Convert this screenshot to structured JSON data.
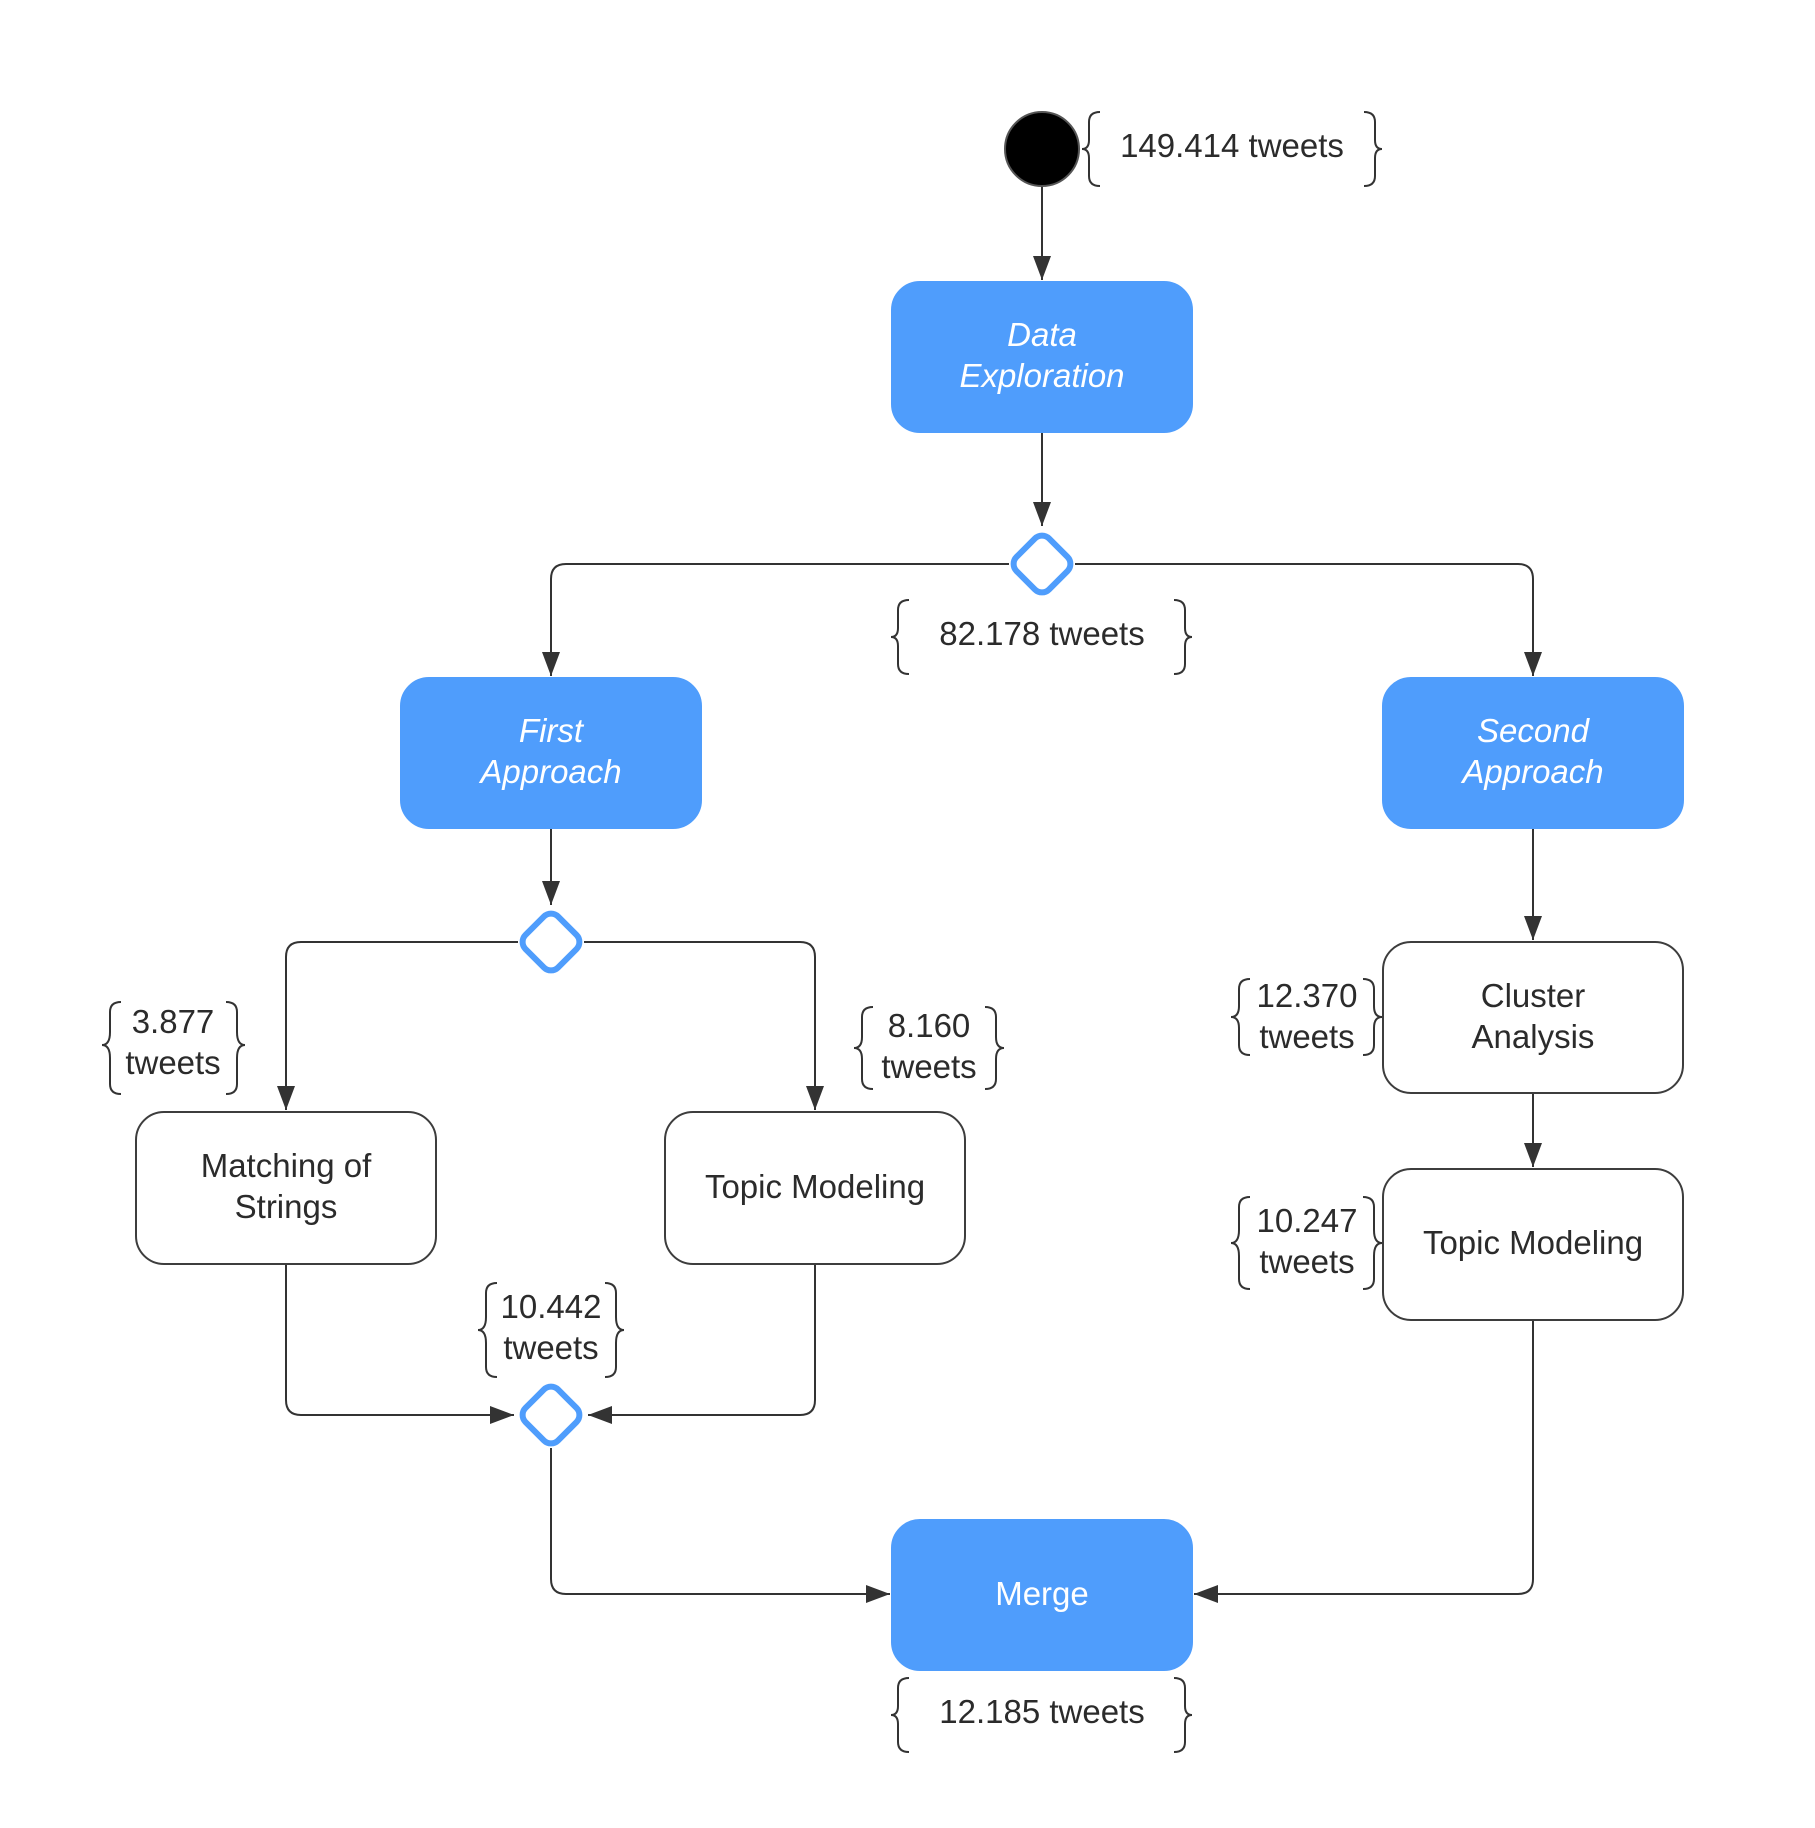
{
  "nodes": {
    "data_exploration": {
      "lines": [
        "Data",
        "Exploration"
      ]
    },
    "first_approach": {
      "lines": [
        "First",
        "Approach"
      ]
    },
    "second_approach": {
      "lines": [
        "Second",
        "Approach"
      ]
    },
    "matching_strings": {
      "lines": [
        "Matching of",
        "Strings"
      ]
    },
    "topic_modeling_left": {
      "lines": [
        "Topic Modeling"
      ]
    },
    "cluster_analysis": {
      "lines": [
        "Cluster",
        "Analysis"
      ]
    },
    "topic_modeling_right": {
      "lines": [
        "Topic Modeling"
      ]
    },
    "merge": {
      "lines": [
        "Merge"
      ]
    }
  },
  "counts": {
    "start": {
      "lines": [
        "149.414 tweets"
      ]
    },
    "after_exploration": {
      "lines": [
        "82.178 tweets"
      ]
    },
    "matching": {
      "lines": [
        "3.877",
        "tweets"
      ]
    },
    "topic_left": {
      "lines": [
        "8.160",
        "tweets"
      ]
    },
    "first_merge": {
      "lines": [
        "10.442",
        "tweets"
      ]
    },
    "cluster": {
      "lines": [
        "12.370",
        "tweets"
      ]
    },
    "topic_right": {
      "lines": [
        "10.247",
        "tweets"
      ]
    },
    "final": {
      "lines": [
        "12.185 tweets"
      ]
    }
  },
  "colors": {
    "action_fill": "#4f9dfc",
    "decision_stroke": "#4f9dfc",
    "start_fill": "#000000"
  }
}
